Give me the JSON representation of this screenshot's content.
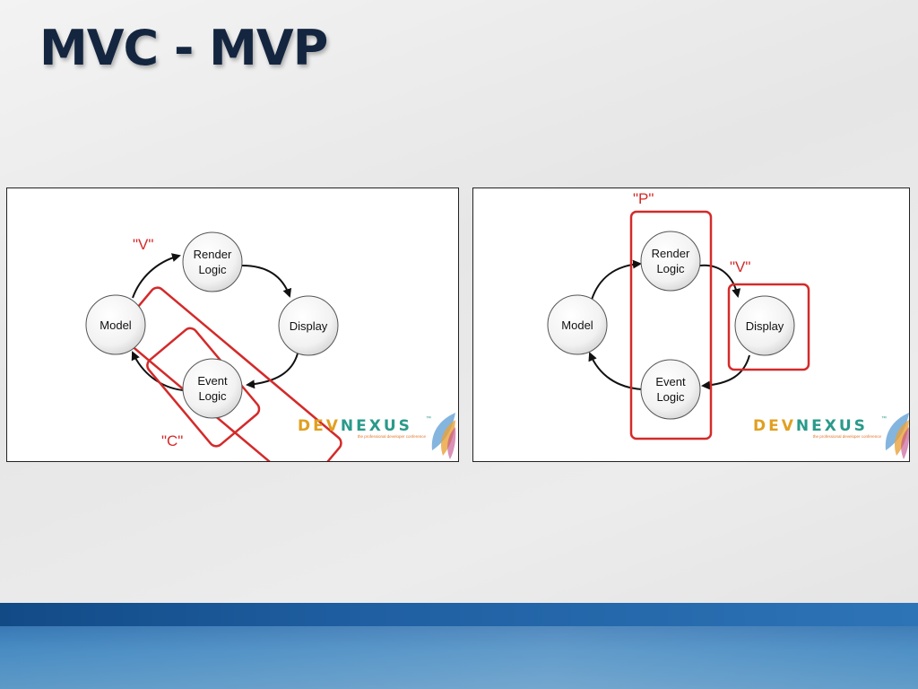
{
  "slide": {
    "title": "MVC - MVP"
  },
  "colors": {
    "title": "#14253f",
    "highlight": "#d42a2a",
    "logo_dev": "#e0a020",
    "logo_nexus": "#2a9a8a"
  },
  "logo": {
    "part1": "DEV",
    "part2": "NEXUS",
    "tm": "™",
    "tagline": "the professional developer conference"
  },
  "diagrams": {
    "mvc": {
      "nodes": {
        "model": "Model",
        "render_line1": "Render",
        "render_line2": "Logic",
        "display": "Display",
        "event_line1": "Event",
        "event_line2": "Logic"
      },
      "labels": {
        "view": "\"V\"",
        "controller": "\"C\""
      }
    },
    "mvp": {
      "nodes": {
        "model": "Model",
        "render_line1": "Render",
        "render_line2": "Logic",
        "display": "Display",
        "event_line1": "Event",
        "event_line2": "Logic"
      },
      "labels": {
        "presenter": "\"P\"",
        "view": "\"V\""
      }
    }
  }
}
